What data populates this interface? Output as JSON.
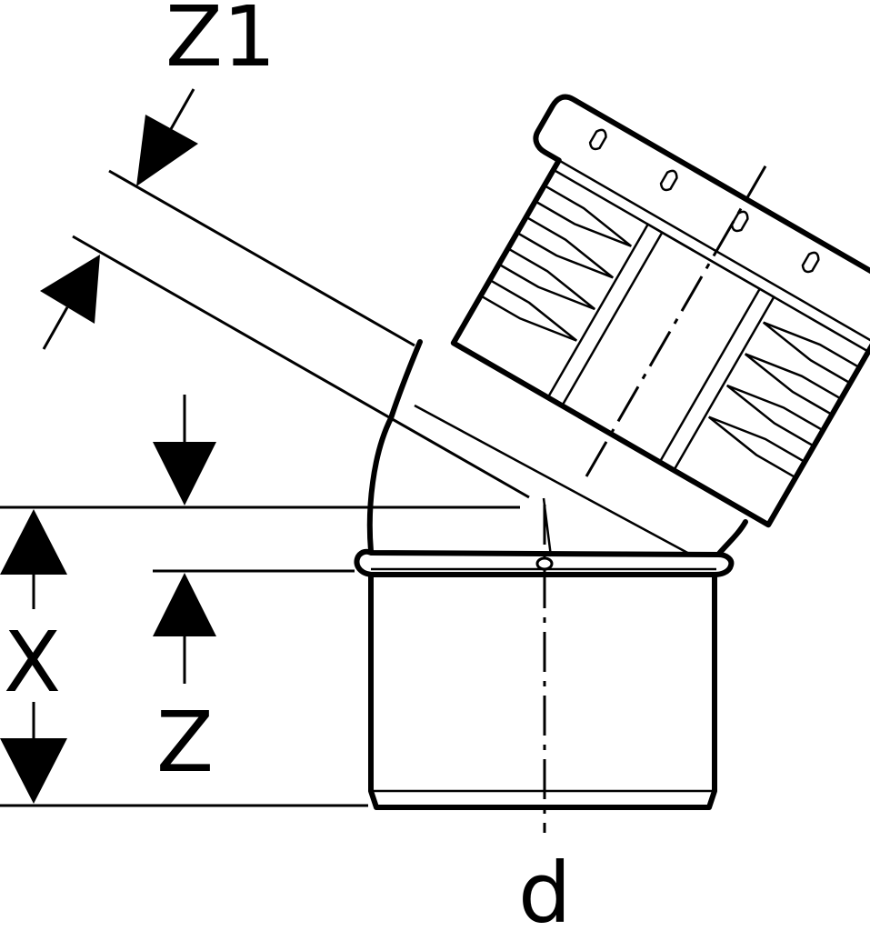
{
  "labels": {
    "z1": "Z1",
    "x": "X",
    "z": "Z",
    "d": "d"
  },
  "colors": {
    "line": "#000000",
    "background": "#ffffff"
  }
}
